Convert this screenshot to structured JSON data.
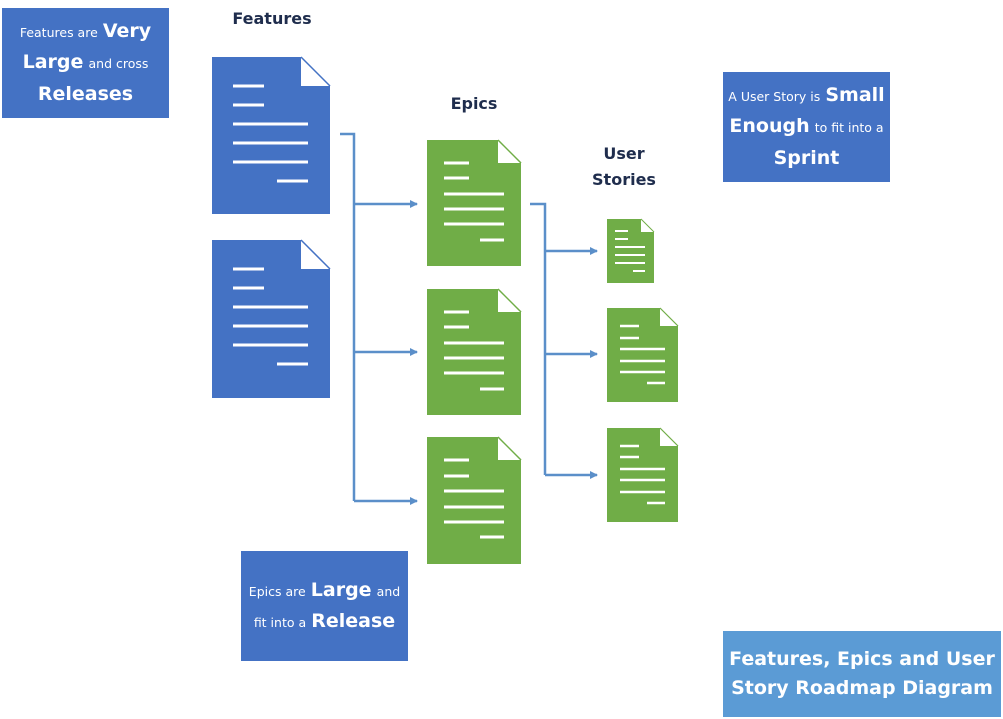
{
  "headers": {
    "features": "Features",
    "epics": "Epics",
    "user_stories": "User Stories"
  },
  "notes": {
    "features": {
      "t1": "Features are",
      "t2": "Very",
      "t3": "Large",
      "t4": "and cross",
      "t5": "Releases"
    },
    "epics": {
      "t1": "Epics are",
      "t2": "Large",
      "t3": "and",
      "t4": "fit into a",
      "t5": "Release"
    },
    "stories": {
      "t1": "A User Story is",
      "t2": "Small",
      "t3": "Enough",
      "t4": "to fit into a",
      "t5": "Sprint"
    }
  },
  "title": {
    "line1": "Features, Epics and User",
    "line2": "Story Roadmap Diagram"
  },
  "colors": {
    "feature_doc": "#4472c4",
    "epic_doc": "#70ad47",
    "story_doc": "#70ad47",
    "arrow": "#5b8fc9",
    "note_box": "#4472c4",
    "title_box": "#5b9bd5"
  }
}
